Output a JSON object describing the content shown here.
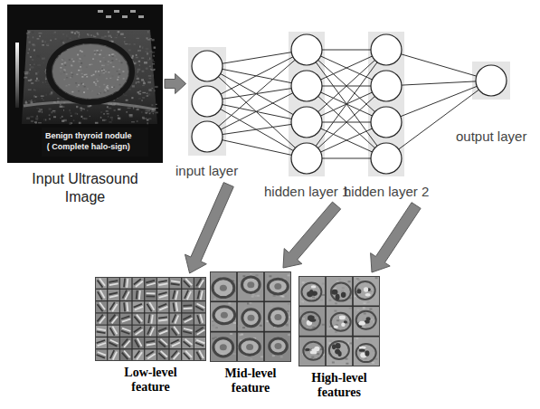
{
  "diagram": {
    "nodes": [
      {
        "text": [
          "Benign thyroid nodule",
          "( Complete halo-sign)",
          "Input Ultrasound Image"
        ]
      },
      {
        "text": [
          "input layer"
        ]
      },
      {
        "text": [
          "hidden layer 1"
        ]
      },
      {
        "text": [
          "hidden layer 2"
        ]
      },
      {
        "text": [
          "output layer"
        ]
      },
      {
        "text": [
          "Low-level feature"
        ]
      },
      {
        "text": [
          "Mid-level feature"
        ]
      },
      {
        "text": [
          "High-level features"
        ]
      }
    ],
    "edges": [
      {
        "from": 0,
        "to": 1,
        "arrow": "to"
      },
      {
        "from": 1,
        "to": 2,
        "arrow": "none"
      },
      {
        "from": 2,
        "to": 3,
        "arrow": "none"
      },
      {
        "from": 3,
        "to": 4,
        "arrow": "none"
      },
      {
        "from": 1,
        "to": 5,
        "arrow": "to"
      },
      {
        "from": 2,
        "to": 6,
        "arrow": "to"
      },
      {
        "from": 3,
        "to": 7,
        "arrow": "to"
      }
    ]
  }
}
